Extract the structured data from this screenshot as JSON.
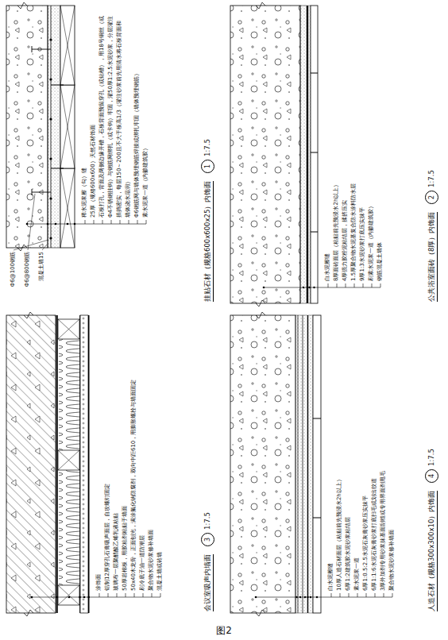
{
  "diagram": {
    "caption": "图2",
    "nodes": [
      {
        "text": [
          "1"
        ]
      },
      {
        "text": [
          "2"
        ]
      },
      {
        "text": [
          "3"
        ]
      },
      {
        "text": [
          "4"
        ]
      }
    ],
    "labels": [
      "稀水泥浆擦（勾）缝",
      "25厚（规格600x600）天然石材饰面",
      "石板打孔，背面及两侧边缘开槽，石板背面预留穿孔（或钻槽），用18号铜丝（或",
      "Φ4不锈钢挂钩）与钢筋网绑扎（或卡钩）牢固，灌50厚1:2.5水泥砂浆，分层灌注",
      "插捣密实，每层150～200且不大于板高1/3（灌注砂浆前先用清水将石板背面和",
      "墙体浇水湿润）",
      "Φ6钢筋网与墙体预埋钢筋焊接或绑扎牢固（墙体预埋钢筋）",
      "素水泥浆一道（内掺建筑胶）",
      "Φ6@100钢筋",
      "Φ6@800钢筋",
      "混凝土墙15",
      "挂贴石材（规格600x600x25）内饰面",
      "1:7.5",
      "白水泥擦缝",
      "8厚面砖面层（粘贴前先预浸水2h以上）",
      "4厚强力胶粉泥粘结层，揉挤压实",
      "1.5厚聚合物水泥基复合防水涂料防水层",
      "9厚1:3水泥砂浆打底压实抹平",
      "刷素水泥浆一道（内掺建筑胶）",
      "钢筋混凝土墙体",
      "公共浴室面砖（8厚）内饰面",
      "1:7.5",
      "涂饰面",
      "铝制12厚穿孔石膏吸声面层，自攻螺钉固定",
      "玻璃布一层聚醋酸乙烯乳液粘贴",
      "50厚岩棉板，用胶粘剂粘贴于墙面",
      "50x40木龙骨，正面刨光，满涂氟化钠防腐剂，双向中距610，用膨胀螺栓与墙面固定",
      "刷冷底子油一道防潮层",
      "聚合物水泥砂浆修补墙面",
      "混凝土墙或砖墙",
      "会议室吸声内墙面",
      "1:7.5",
      "白水泥擦缝",
      "10厚人造石材面层（粘贴前先预浸水2h以上）",
      "6厚1:2建筑胶水泥砂浆粘结层",
      "素水泥浆一道",
      "6厚1:0.5:2.5水泥石灰膏砂浆压实抹平",
      "6厚1:1:6水泥石灰膏砂浆打底扫毛或划出纹道",
      "3厚外加剂专用砂浆抹基面刮糙或专用界面剂甩毛",
      "聚合物水泥砂浆修补墙面",
      "人造石材（规格300x300x10）内饰面",
      "1:7.5"
    ]
  }
}
